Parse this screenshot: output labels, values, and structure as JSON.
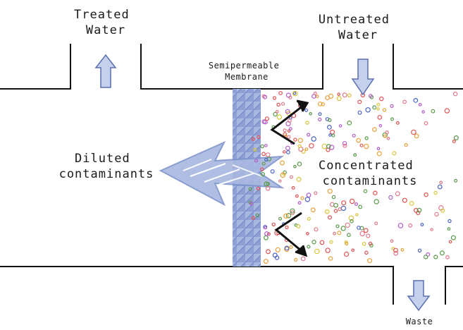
{
  "labels": {
    "treated_water": [
      "Treated",
      "Water"
    ],
    "untreated_water": [
      "Untreated",
      "Water"
    ],
    "membrane": [
      "Semipermeable",
      "Membrane"
    ],
    "diluted": [
      "Diluted",
      "contaminants"
    ],
    "concentrated": [
      "Concentrated",
      "contaminants"
    ],
    "waste": "Waste"
  },
  "colors": {
    "wall": "#111111",
    "membrane": "#a9b8e0",
    "membrane_hatch": "#6f86c8",
    "arrow_fill": "#c5d1ec",
    "arrow_stroke": "#5a70b0",
    "big_arrow": "#9fb0df",
    "particle_palette": [
      "#e05252",
      "#5a9a4a",
      "#4a62c0",
      "#e6a23a",
      "#b45cc8",
      "#d9c43a",
      "#e07a8a"
    ]
  }
}
